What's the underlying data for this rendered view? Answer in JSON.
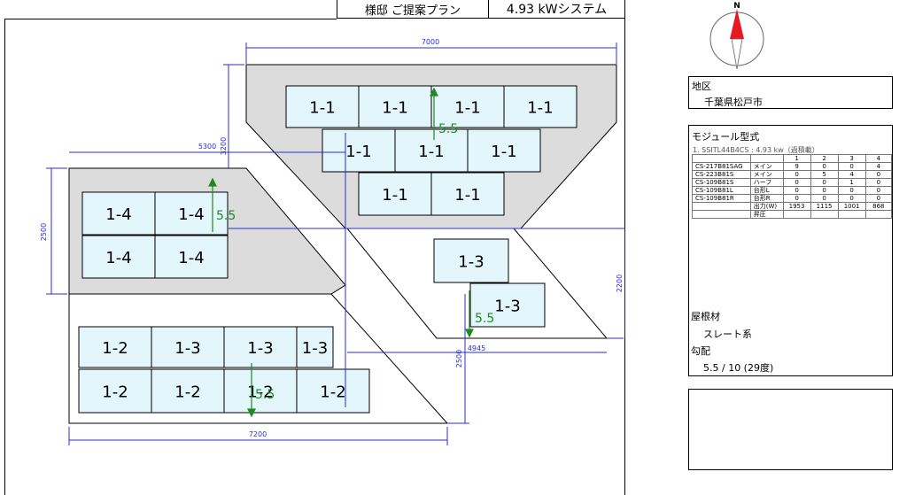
{
  "header": {
    "title": "様邸 ご提案プラン",
    "system": "4.93 kWシステム"
  },
  "compass": {
    "label": "N"
  },
  "region": {
    "heading": "地区",
    "value": "千葉県松戸市"
  },
  "module": {
    "heading": "モジュール型式",
    "subtitle": "1. SSITL44B4CS : 4.93 kw（過積載）",
    "col_headers": [
      "",
      "",
      "1",
      "2",
      "3",
      "4"
    ],
    "rows": [
      [
        "CS-217B81SAG",
        "メイン",
        "9",
        "0",
        "0",
        "4"
      ],
      [
        "CS-223B81S",
        "メイン",
        "0",
        "5",
        "4",
        "0"
      ],
      [
        "CS-109B81S",
        "ハーフ",
        "0",
        "0",
        "1",
        "0"
      ],
      [
        "CS-109B81L",
        "台形L",
        "0",
        "0",
        "0",
        "0"
      ],
      [
        "CS-109B81R",
        "台形R",
        "0",
        "0",
        "0",
        "0"
      ]
    ],
    "output_label": "出力(W)",
    "output_values": [
      "1953",
      "1115",
      "1001",
      "868"
    ],
    "boost_label": "昇圧"
  },
  "roof": {
    "material_heading": "屋根材",
    "material_value": "スレート系",
    "pitch_heading": "勾配",
    "pitch_value": "5.5 / 10 (29度)"
  },
  "dimensions": {
    "top_width": "7000",
    "top_height": "3200",
    "mid_width": "5300",
    "left_height": "2500",
    "right_height": "2200",
    "bottom_width": "4945",
    "bottom_height": "2500",
    "base_width": "7200"
  },
  "pitch_labels": [
    "5.5",
    "5.5",
    "5.5",
    "5.5"
  ],
  "panels": {
    "top_row1": [
      "1-1",
      "1-1",
      "1-1",
      "1-1"
    ],
    "top_row2": [
      "1-1",
      "1-1",
      "1-1"
    ],
    "top_row3": [
      "1-1",
      "1-1"
    ],
    "left_row1": [
      "1-4",
      "1-4"
    ],
    "left_row2": [
      "1-4",
      "1-4"
    ],
    "right_row1": [
      "1-3"
    ],
    "right_row2": [
      "1-3"
    ],
    "bottom_row1": [
      "1-2",
      "1-3",
      "1-3",
      "1-3"
    ],
    "bottom_row2": [
      "1-2",
      "1-2",
      "1-2",
      "1-2"
    ]
  },
  "colors": {
    "panel_fill": "#e2f6fb",
    "roof_gray": "#dcdcdc",
    "dim_line": "#2b2bd6",
    "pitch_arrow": "#1f8a1f"
  }
}
